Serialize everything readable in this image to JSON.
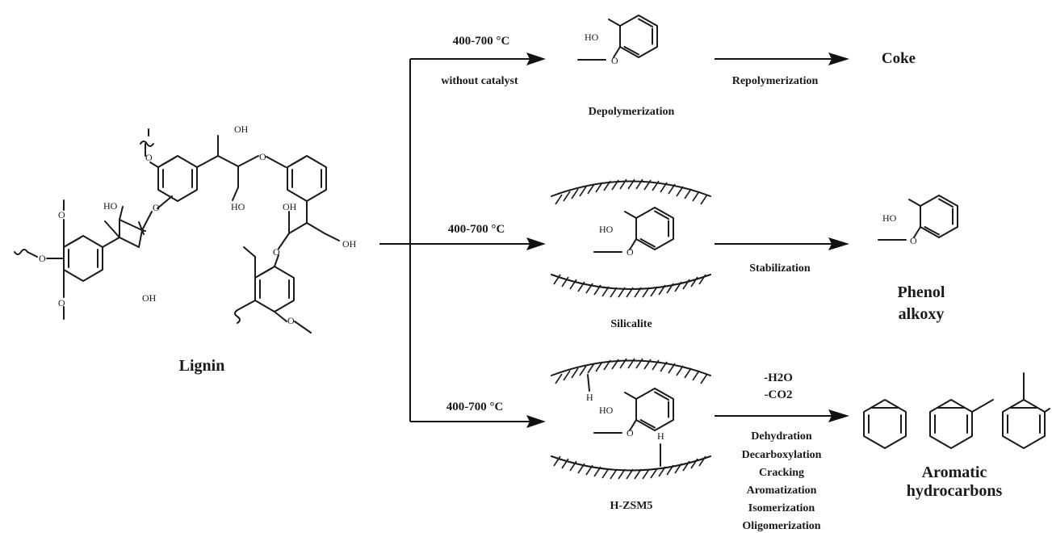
{
  "lignin": {
    "name": "Lignin",
    "atom_oh": "OH",
    "atom_ho": "HO",
    "atom_o": "O"
  },
  "conditions": {
    "temp": "400-700 °C",
    "no_catalyst": "without catalyst"
  },
  "route_top": {
    "product_step": "Depolymerization",
    "arrow_label": "Repolymerization",
    "result": "Coke"
  },
  "route_middle": {
    "catalyst": "Silicalite",
    "arrow_label": "Stabilization",
    "result_line1": "Phenol",
    "result_line2": "alkoxy"
  },
  "route_bottom": {
    "catalyst": "H-ZSM5",
    "atom_h": "H",
    "loss_h2o": "-H2O",
    "loss_co2": "-CO2",
    "reactions": [
      "Dehydration",
      "Decarboxylation",
      "Cracking",
      "Aromatization",
      "Isomerization",
      "Oligomerization"
    ],
    "result_line1": "Aromatic",
    "result_line2": "hydrocarbons"
  },
  "guaiacol": {
    "atom_ho": "HO",
    "atom_o": "O"
  }
}
